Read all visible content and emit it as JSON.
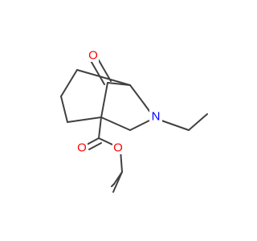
{
  "molecule": {
    "atom_labels": {
      "ketone_oxygen": "O",
      "ring_nitrogen": "N",
      "ester_carbonyl_oxygen": "O",
      "ester_ether_oxygen": "O"
    },
    "colors": {
      "bond": "#404040",
      "oxygen": "#ff0000",
      "nitrogen": "#0000ff",
      "background": "#ffffff"
    }
  }
}
